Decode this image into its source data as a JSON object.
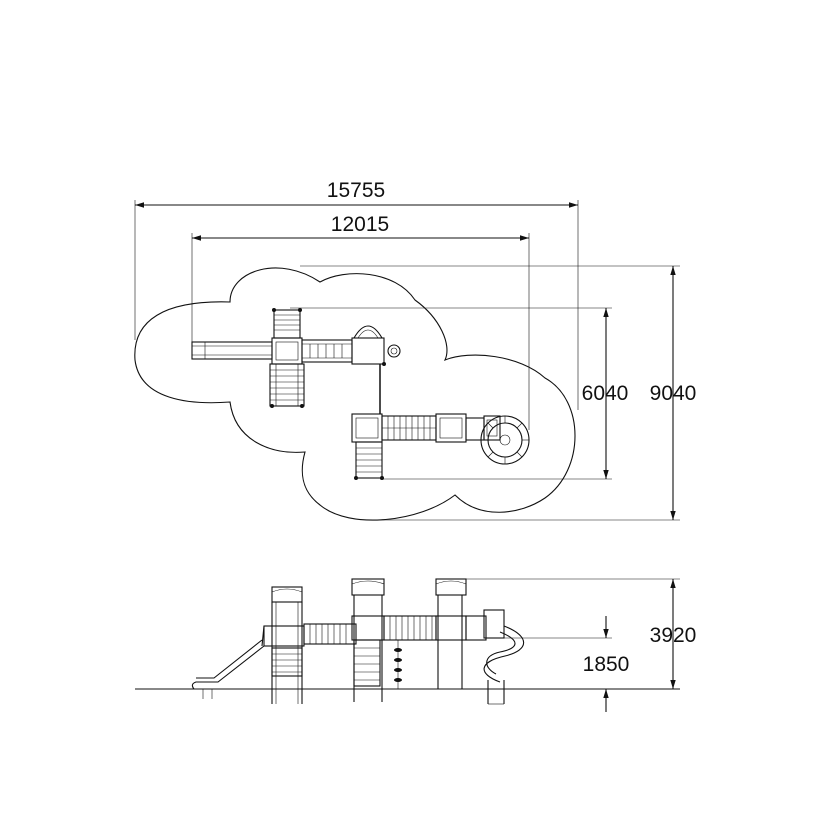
{
  "dimensions": {
    "plan_overall_width": "15755",
    "plan_structure_width": "12015",
    "plan_structure_depth": "6040",
    "plan_overall_depth": "9040",
    "elevation_total_height": "3920",
    "elevation_platform_height": "1850"
  }
}
